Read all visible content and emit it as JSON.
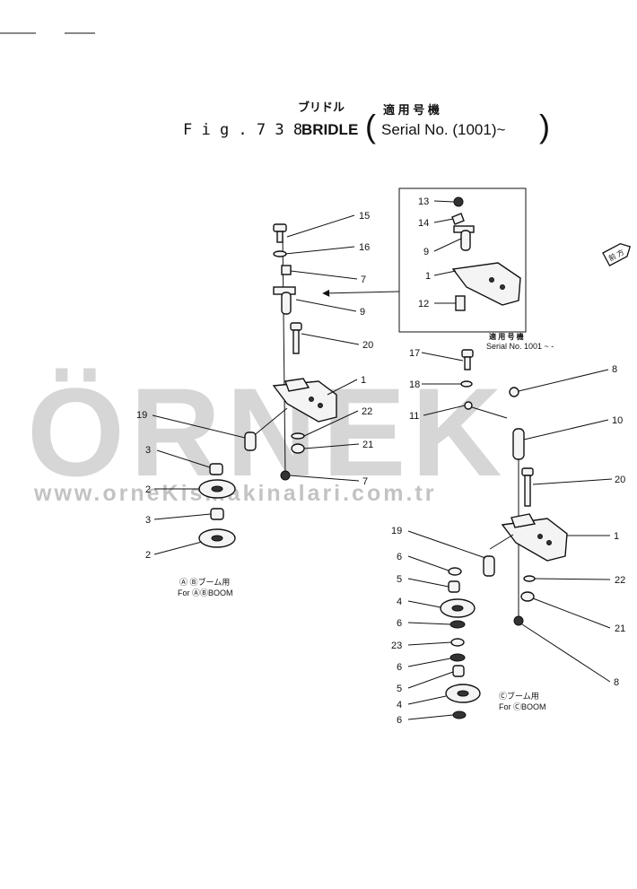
{
  "header": {
    "title_jp": "ブリドル",
    "fig_label": "F i g .  7 3 8",
    "title_en": "BRIDLE",
    "serial_open": "(",
    "serial_jp": "適 用 号 機",
    "serial_text": "Serial No. (1001)~",
    "serial_close": ")"
  },
  "inset": {
    "serial_jp": "適 用 号 機",
    "serial_text": "Serial No. 1001 ~ -"
  },
  "side_tag": "前 方",
  "watermark": {
    "brand": "ÖRNEK",
    "url": "www.orneKismakinalari.com.tr",
    "color": "#c9c9c9",
    "accent": "#f2d38a"
  },
  "captions": {
    "left_jp": "Ⓐ Ⓑブーム用",
    "left_en": "For ⒶⒷBOOM",
    "right_jp": "Ⓒブーム用",
    "right_en": "For ⒸBOOM"
  },
  "callouts": [
    {
      "id": "c-15",
      "text": "15"
    },
    {
      "id": "c-16",
      "text": "16"
    },
    {
      "id": "c-7a",
      "text": "7"
    },
    {
      "id": "c-9a",
      "text": "9"
    },
    {
      "id": "c-20a",
      "text": "20"
    },
    {
      "id": "c-1a",
      "text": "1"
    },
    {
      "id": "c-22a",
      "text": "22"
    },
    {
      "id": "c-21a",
      "text": "21"
    },
    {
      "id": "c-7b",
      "text": "7"
    },
    {
      "id": "c-19a",
      "text": "19"
    },
    {
      "id": "c-3a",
      "text": "3"
    },
    {
      "id": "c-2a",
      "text": "2"
    },
    {
      "id": "c-3b",
      "text": "3"
    },
    {
      "id": "c-2b",
      "text": "2"
    },
    {
      "id": "c-13",
      "text": "13"
    },
    {
      "id": "c-14",
      "text": "14"
    },
    {
      "id": "c-9b",
      "text": "9"
    },
    {
      "id": "c-1b",
      "text": "1"
    },
    {
      "id": "c-12",
      "text": "12"
    },
    {
      "id": "c-17",
      "text": "17"
    },
    {
      "id": "c-18",
      "text": "18"
    },
    {
      "id": "c-8a",
      "text": "8"
    },
    {
      "id": "c-11",
      "text": "11"
    },
    {
      "id": "c-10",
      "text": "10"
    },
    {
      "id": "c-20b",
      "text": "20"
    },
    {
      "id": "c-1c",
      "text": "1"
    },
    {
      "id": "c-19b",
      "text": "19"
    },
    {
      "id": "c-6a",
      "text": "6"
    },
    {
      "id": "c-5a",
      "text": "5"
    },
    {
      "id": "c-4a",
      "text": "4"
    },
    {
      "id": "c-6b",
      "text": "6"
    },
    {
      "id": "c-23",
      "text": "23"
    },
    {
      "id": "c-6c",
      "text": "6"
    },
    {
      "id": "c-5b",
      "text": "5"
    },
    {
      "id": "c-4b",
      "text": "4"
    },
    {
      "id": "c-6d",
      "text": "6"
    },
    {
      "id": "c-22b",
      "text": "22"
    },
    {
      "id": "c-21b",
      "text": "21"
    },
    {
      "id": "c-8b",
      "text": "8"
    }
  ]
}
